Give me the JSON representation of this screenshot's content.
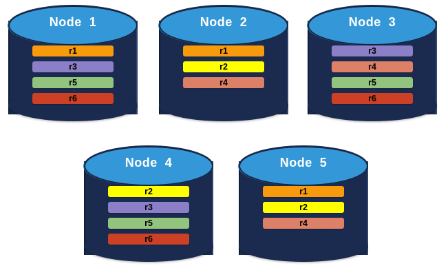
{
  "diagram": {
    "title": "data-replication-node-layout",
    "background": "#ffffff",
    "cylinder_colors": {
      "top": "#3498d8",
      "body": "#1b2a4f",
      "outline": "#16233f",
      "title_text": "#ffffff"
    },
    "record_colors": {
      "r1": "#F79B0C",
      "r2": "#FFFF00",
      "r3": "#8B7FC7",
      "r4": "#DD8068",
      "r5": "#92C47D",
      "r6": "#CC4125"
    },
    "nodes": [
      {
        "id": "node-1",
        "title": "Node  1",
        "rows": [
          {
            "label": "r1",
            "color": "#F79B0C"
          },
          {
            "label": "r3",
            "color": "#8B7FC7"
          },
          {
            "label": "r5",
            "color": "#92C47D"
          },
          {
            "label": "r6",
            "color": "#CC4125"
          }
        ]
      },
      {
        "id": "node-2",
        "title": "Node  2",
        "rows": [
          {
            "label": "r1",
            "color": "#F79B0C"
          },
          {
            "label": "r2",
            "color": "#FFFF00"
          },
          {
            "label": "r4",
            "color": "#DD8068"
          }
        ]
      },
      {
        "id": "node-3",
        "title": "Node  3",
        "rows": [
          {
            "label": "r3",
            "color": "#8B7FC7"
          },
          {
            "label": "r4",
            "color": "#DD8068"
          },
          {
            "label": "r5",
            "color": "#92C47D"
          },
          {
            "label": "r6",
            "color": "#CC4125"
          }
        ]
      },
      {
        "id": "node-4",
        "title": "Node  4",
        "rows": [
          {
            "label": "r2",
            "color": "#FFFF00"
          },
          {
            "label": "r3",
            "color": "#8B7FC7"
          },
          {
            "label": "r5",
            "color": "#92C47D"
          },
          {
            "label": "r6",
            "color": "#CC4125"
          }
        ]
      },
      {
        "id": "node-5",
        "title": "Node  5",
        "rows": [
          {
            "label": "r1",
            "color": "#F79B0C"
          },
          {
            "label": "r2",
            "color": "#FFFF00"
          },
          {
            "label": "r4",
            "color": "#DD8068"
          }
        ]
      }
    ]
  }
}
